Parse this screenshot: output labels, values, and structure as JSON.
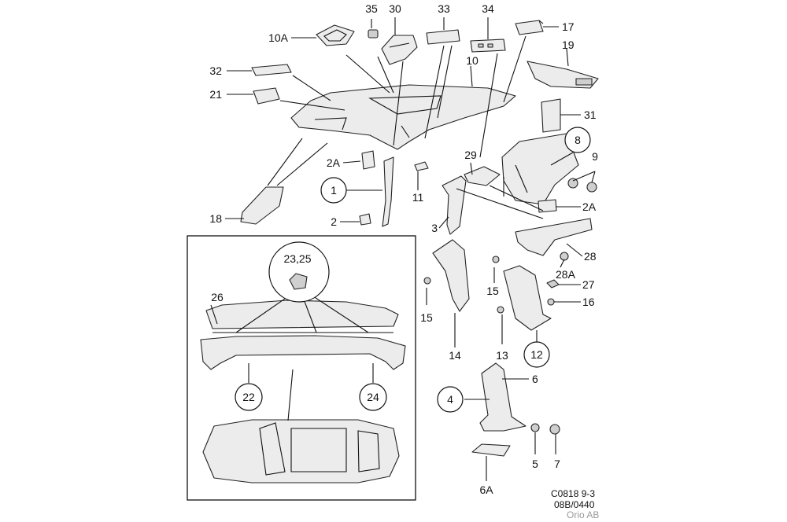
{
  "diagram": {
    "labels": {
      "l35": "35",
      "l30": "30",
      "l33": "33",
      "l34": "34",
      "l17": "17",
      "l10a": "10A",
      "l19": "19",
      "l10": "10",
      "l32": "32",
      "l21": "21",
      "l31": "31",
      "l8": "8",
      "l9": "9",
      "l2a_top": "2A",
      "l1": "1",
      "l11": "11",
      "l29": "29",
      "l2a_right": "2A",
      "l18": "18",
      "l2": "2",
      "l3": "3",
      "l28": "28",
      "l2325": "23,25",
      "l28a": "28A",
      "l27": "27",
      "l15_right": "15",
      "l16": "16",
      "l26": "26",
      "l15_left": "15",
      "l13": "13",
      "l14": "14",
      "l12": "12",
      "l22": "22",
      "l24": "24",
      "l6": "6",
      "l4": "4",
      "l5": "5",
      "l7": "7",
      "l6a": "6A"
    },
    "footer": {
      "code": "C0818 9-3",
      "ref": "08B/0440",
      "credit": "Orio AB"
    }
  }
}
